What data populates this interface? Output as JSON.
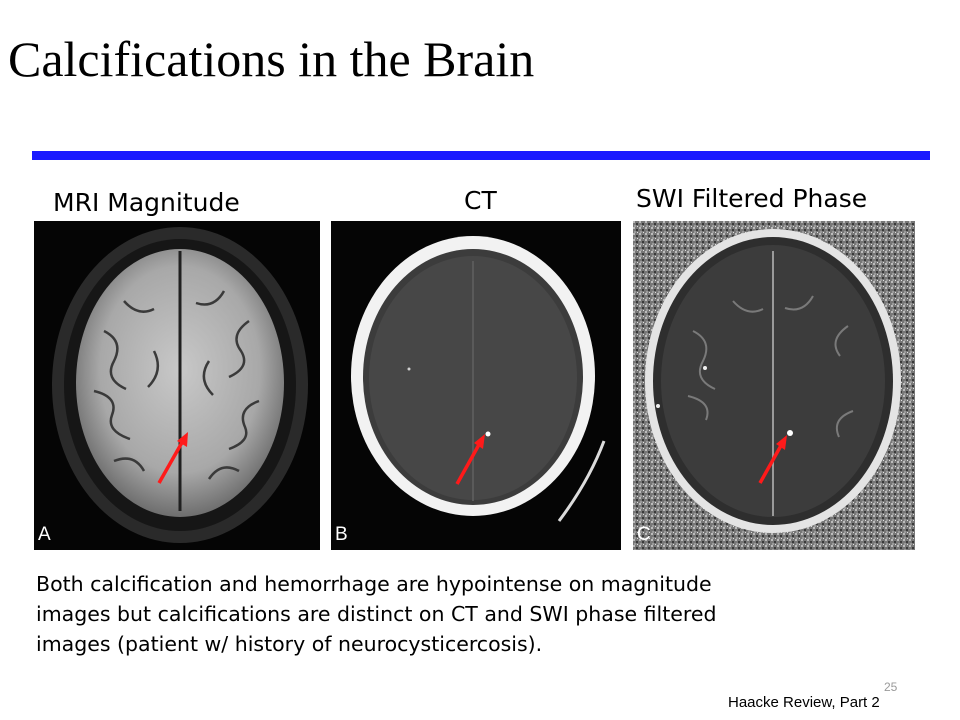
{
  "slide": {
    "title": "Calcifications in the Brain",
    "accent_rule_color": "#1a1aff",
    "arrow_color": "#ff1a1a"
  },
  "panels": [
    {
      "label": "MRI Magnitude",
      "letter": "A"
    },
    {
      "label": "CT",
      "letter": "B"
    },
    {
      "label": "SWI Filtered Phase",
      "letter": "C"
    }
  ],
  "caption": {
    "lines": [
      "Both calcification and hemorrhage are hypointense on magnitude",
      "images but calcifications are distinct on CT and SWI phase filtered",
      "images (patient w/ history of neurocysticercosis)."
    ]
  },
  "footer": {
    "page_number": "25",
    "source": "Haacke Review, Part 2"
  }
}
